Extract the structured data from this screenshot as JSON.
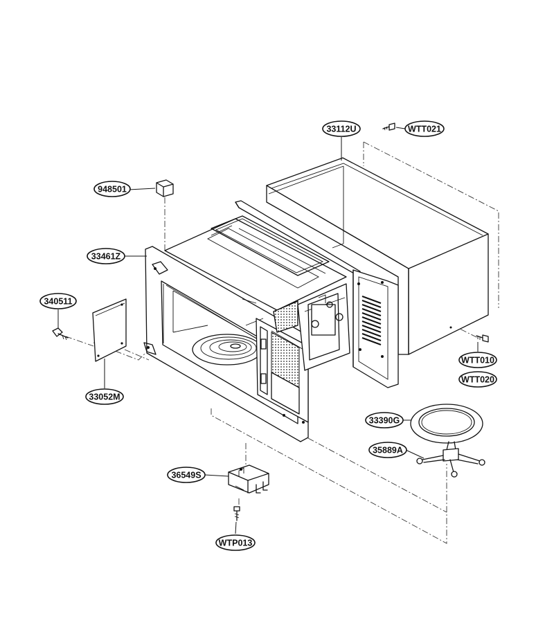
{
  "labels": {
    "p33112U": "33112U",
    "pWTT021": "WTT021",
    "p948501": "948501",
    "p33461Z": "33461Z",
    "p340511": "340511",
    "p33052M": "33052M",
    "pWTT010": "WTT010",
    "pWTT020": "WTT020",
    "p33390G": "33390G",
    "p35889A": "35889A",
    "p36549S": "36549S",
    "pWTP013": "WTP013"
  }
}
